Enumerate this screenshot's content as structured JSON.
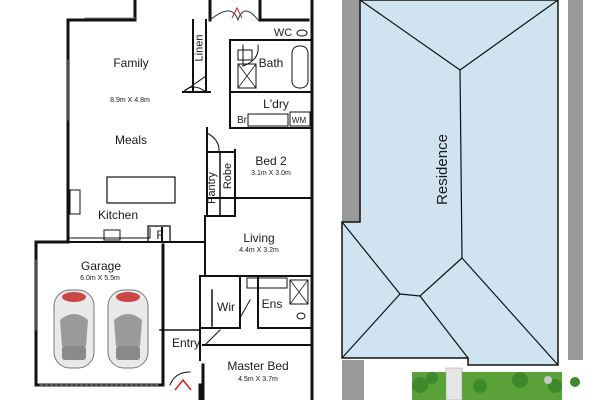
{
  "floorplan": {
    "rooms": {
      "family": {
        "name": "Family",
        "dims": "8.9m X 4.8m"
      },
      "meals": {
        "name": "Meals"
      },
      "kitchen": {
        "name": "Kitchen"
      },
      "fridge": {
        "name": "F"
      },
      "linen": {
        "name": "Linen"
      },
      "wc": {
        "name": "WC"
      },
      "bath": {
        "name": "Bath"
      },
      "laundry": {
        "name": "L'dry"
      },
      "broom": {
        "name": "Br"
      },
      "wm": {
        "name": "WM"
      },
      "bed2": {
        "name": "Bed 2",
        "dims": "3.1m X 3.0m"
      },
      "robe": {
        "name": "Robe"
      },
      "pantry": {
        "name": "Pantry"
      },
      "living": {
        "name": "Living",
        "dims": "4.4m X 3.2m"
      },
      "garage": {
        "name": "Garage",
        "dims": "6.0m X 5.5m"
      },
      "wir": {
        "name": "Wir"
      },
      "ens": {
        "name": "Ens"
      },
      "entry": {
        "name": "Entry"
      },
      "master": {
        "name": "Master Bed",
        "dims": "4.5m X 3.7m"
      }
    }
  },
  "siteplan": {
    "residence_label": "Residence",
    "colors": {
      "roof": "#cfe3f1",
      "grass": "#5aa13a",
      "path": "#9a9a9a"
    }
  }
}
